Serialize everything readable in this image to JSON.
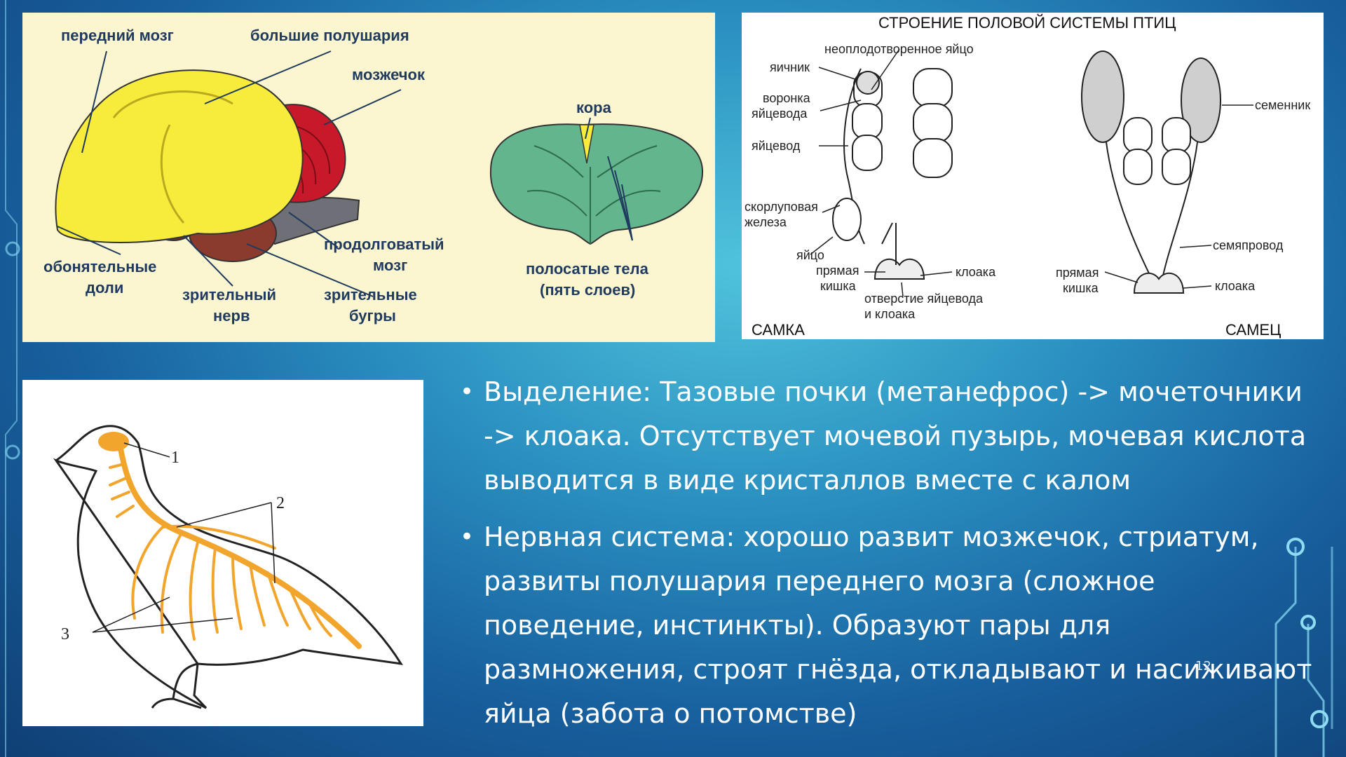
{
  "brain": {
    "labels": {
      "forebrain": "передний мозг",
      "hemispheres": "большие полушария",
      "cerebellum": "мозжечок",
      "cortex": "кора",
      "olfactory_line1": "обонятельные",
      "olfactory_line2": "доли",
      "optic_nerve_line1": "зрительный",
      "optic_nerve_line2": "нерв",
      "medulla_line1": "продолговатый",
      "medulla_line2": "мозг",
      "optic_tubercles_line1": "зрительные",
      "optic_tubercles_line2": "бугры",
      "striatum_line1": "полосатые тела",
      "striatum_line2": "(пять слоев)"
    }
  },
  "repro": {
    "title": "СТРОЕНИЕ ПОЛОВОЙ СИСТЕМЫ ПТИЦ",
    "labels": {
      "unfertilized_egg": "неоплодотворенное яйцо",
      "ovary": "яичник",
      "funnel_line1": "воронка",
      "funnel_line2": "яйцевода",
      "oviduct": "яйцевод",
      "shell_gland_line1": "скорлуповая",
      "shell_gland_line2": "железа",
      "egg": "яйцо",
      "rectum_f_line1": "прямая",
      "rectum_f_line2": "кишка",
      "cloaca_f": "клоака",
      "opening_line1": "отверстие яйцевода",
      "opening_line2": "и клоака",
      "female": "САМКА",
      "testis": "семенник",
      "vas_deferens": "семяпровод",
      "rectum_m_line1": "прямая",
      "rectum_m_line2": "кишка",
      "cloaca_m": "клоака",
      "male": "САМЕЦ"
    }
  },
  "bird": {
    "labels": {
      "n1": "1",
      "n2": "2",
      "n3": "3"
    }
  },
  "bullets": [
    "Выделение: Тазовые почки (метанефрос) -> мочеточники -> клоака. Отсутствует мочевой пузырь, мочевая кислота выводится в виде кристаллов вместе с калом",
    "Нервная система: хорошо развит мозжечок, стриатум, развиты полушария переднего мозга (сложное поведение, инстинкты). Образуют пары для размножения, строят гнёзда, откладывают и насиживают яйца (забота о потомстве)"
  ],
  "bullet_symbol": "•",
  "page_number": "12",
  "colors": {
    "brain_yellow": "#f7ec3c",
    "cerebellum_red": "#c8192a",
    "brainstem_brown": "#8b3a2e",
    "medulla_gray": "#6f6f78",
    "section_green": "#63b58e",
    "nerve_orange": "#f2a52c",
    "text_white": "#ffffff"
  }
}
